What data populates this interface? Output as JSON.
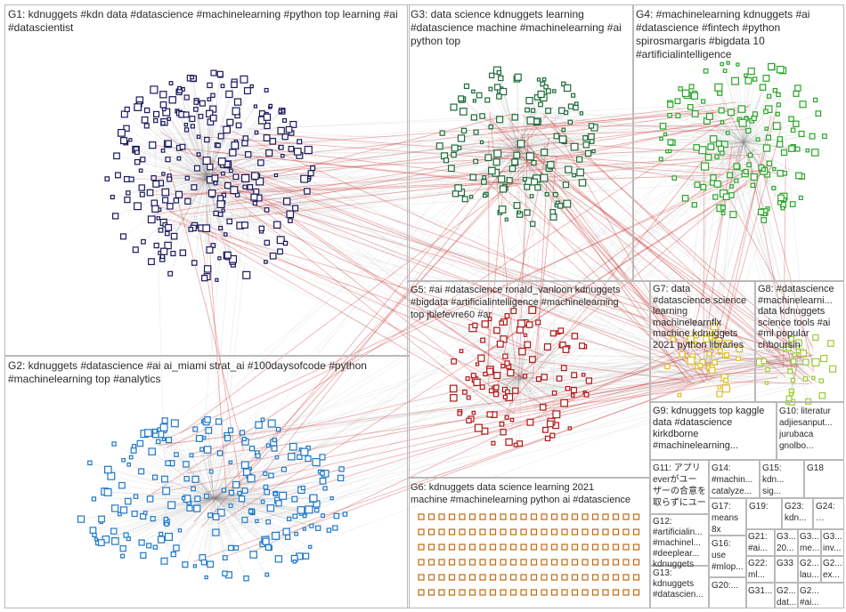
{
  "colors": {
    "background": "#ffffff",
    "group_border": "#b9b9b9",
    "edge_gray": "#8c8c8c",
    "edge_red": "#cc2222",
    "label_text": "#2a2a2a",
    "G1": "#1a1a5e",
    "G2": "#1f78c8",
    "G3": "#1e6b3a",
    "G4": "#2aa52a",
    "G5": "#b01818",
    "G6": "#c06a10",
    "G7": "#e0c020",
    "G8": "#9acd32"
  },
  "groups": [
    {
      "id": "G1",
      "label": "G1: kdnuggets #kdn data #datascience #machinelearning #python top learning #ai\n#datascientist"
    },
    {
      "id": "G2",
      "label": "G2: kdnuggets #datascience #ai ai_miami strat_ai #100daysofcode #python\n#machinelearning top #analytics"
    },
    {
      "id": "G3",
      "label": "G3: data science kdnuggets learning\n#datascience machine #machinelearning #ai\npython top"
    },
    {
      "id": "G4",
      "label": "G4: #machinelearning kdnuggets #ai\n#datascience #fintech #python\nspirosmargaris #bigdata 10\n#artificialintelligence"
    },
    {
      "id": "G5",
      "label": "G5: #ai #datascience ronald_vanloon kdnuggets\n#bigdata #artificialintelligence #machinelearning\ntop jblefevre60 #ar"
    },
    {
      "id": "G6",
      "label": "G6: kdnuggets data science learning 2021\nmachine #machinelearning python ai #datascience"
    },
    {
      "id": "G7",
      "label": "G7: data\n#datascience science\nlearning\nmachinelearnflx\nmachine kdnuggets\n2021 python libraries"
    },
    {
      "id": "G8",
      "label": "G8: #datascience\n#machinelearni...\ndata kdnuggets\nscience tools #ai\n#ml popular\nchboursin"
    },
    {
      "id": "G9",
      "label": "G9: kdnuggets top kaggle\ndata #datascience\nkirkdborne\n#machinelearning..."
    },
    {
      "id": "G10",
      "label": "G10: literatur\nadjiesanput...\njurubaca\ngnolbo..."
    },
    {
      "id": "G11",
      "label": "G11: アプリ\neverがユー\nザーの合意を\n取らずにユー"
    },
    {
      "id": "G12",
      "label": "G12:\n#artificialin...\n#machinel...\n#deeplear...\nkdnuggets"
    },
    {
      "id": "G13",
      "label": "G13:\nkdnuggets\n#datascien..."
    },
    {
      "id": "G14",
      "label": "G14:\n#machin...\ncatalyze..."
    },
    {
      "id": "G15",
      "label": "G15:\nkdn...\nsig..."
    },
    {
      "id": "G16",
      "label": "G16:\nuse\n#mlop..."
    },
    {
      "id": "G17",
      "label": "G17:\nmeans\n8x"
    },
    {
      "id": "G18",
      "label": "G18"
    },
    {
      "id": "G19",
      "label": "G19:"
    },
    {
      "id": "G20",
      "label": "G20:..."
    },
    {
      "id": "G21",
      "label": "G21:\n#ai..."
    },
    {
      "id": "G22",
      "label": "G22:\nml..."
    },
    {
      "id": "G23",
      "label": "G23:\nkdn..."
    },
    {
      "id": "G24",
      "label": "G24:\n…"
    },
    {
      "id": "G25",
      "label": "G2...\nlau..."
    },
    {
      "id": "G26",
      "label": "G2...\nex..."
    },
    {
      "id": "G27",
      "label": "G3...\ninv..."
    },
    {
      "id": "G28",
      "label": "G3...\n20..."
    },
    {
      "id": "G29",
      "label": "G3...\nme..."
    },
    {
      "id": "G30",
      "label": "G2...\n#ai..."
    },
    {
      "id": "G31",
      "label": "G31..."
    },
    {
      "id": "G32",
      "label": "G2...\ndat..."
    },
    {
      "id": "G33",
      "label": "G33"
    }
  ]
}
